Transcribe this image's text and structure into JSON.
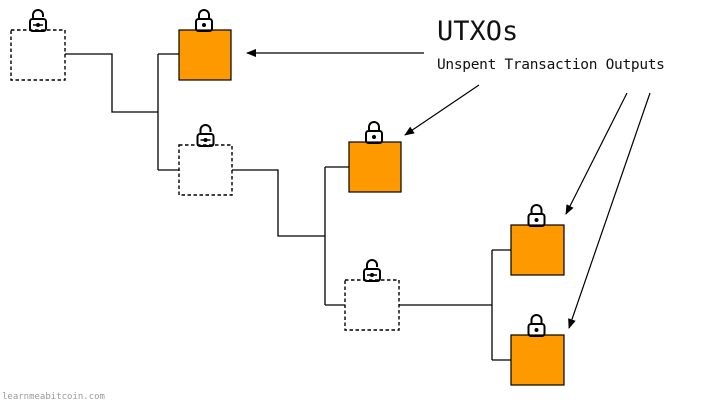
{
  "title": "UTXOs",
  "subtitle": "Unspent Transaction Outputs",
  "credit": "learnmeabitcoin.com",
  "colors": {
    "unspent_fill": "#FF9900",
    "stroke": "#000000",
    "credit": "#9a9a9a"
  },
  "outputs": [
    {
      "id": "out-1",
      "state": "spent",
      "lock": "unlocked-padlock"
    },
    {
      "id": "out-2",
      "state": "unspent",
      "lock": "locked-padlock"
    },
    {
      "id": "out-3",
      "state": "spent",
      "lock": "unlocked-padlock"
    },
    {
      "id": "out-4",
      "state": "unspent",
      "lock": "locked-padlock"
    },
    {
      "id": "out-5",
      "state": "spent",
      "lock": "unlocked-padlock"
    },
    {
      "id": "out-6",
      "state": "unspent",
      "lock": "locked-padlock"
    },
    {
      "id": "out-7",
      "state": "unspent",
      "lock": "locked-padlock"
    }
  ],
  "connections": [
    {
      "from": "out-1",
      "to": "out-2"
    },
    {
      "from": "out-1",
      "to": "out-3"
    },
    {
      "from": "out-3",
      "to": "out-4"
    },
    {
      "from": "out-3",
      "to": "out-5"
    },
    {
      "from": "out-5",
      "to": "out-6"
    },
    {
      "from": "out-5",
      "to": "out-7"
    }
  ],
  "annotation_arrows": [
    {
      "points_to": "out-2"
    },
    {
      "points_to": "out-4"
    },
    {
      "points_to": "out-6"
    },
    {
      "points_to": "out-7"
    }
  ]
}
